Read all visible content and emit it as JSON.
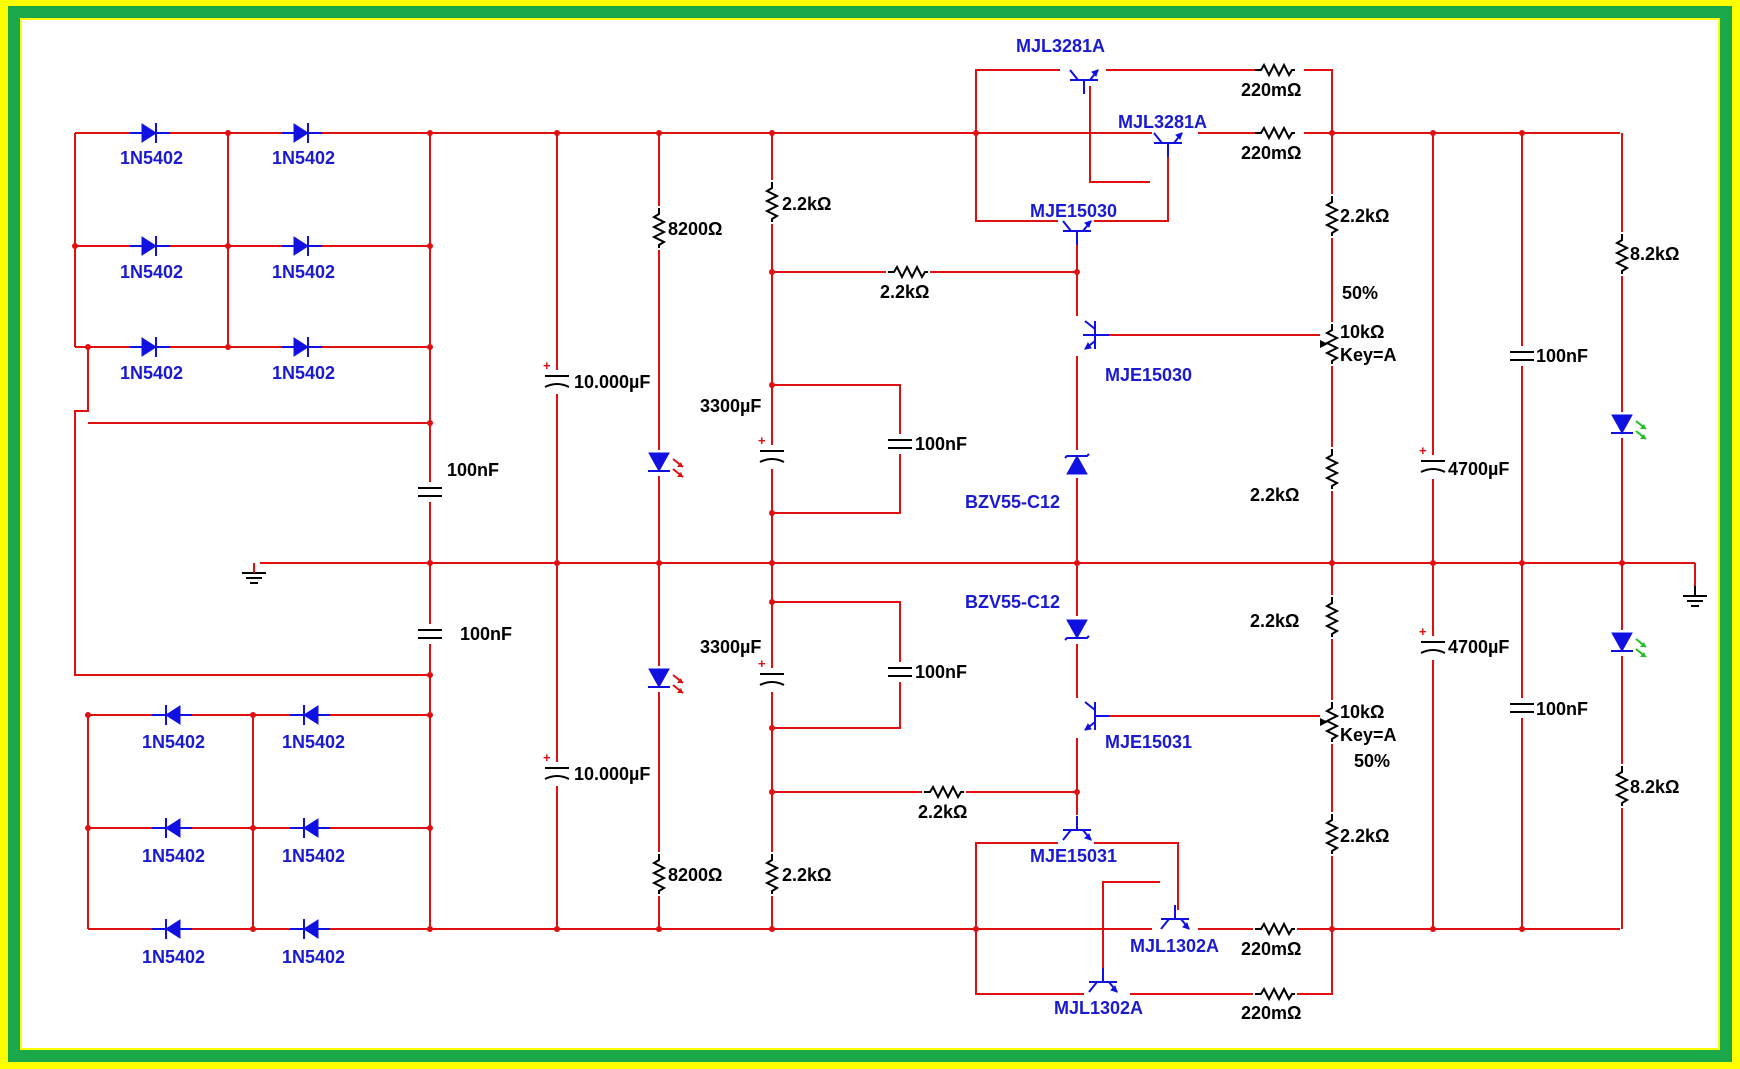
{
  "colors": {
    "outer_border": "#ffff00",
    "inner_border": "#1aa84a",
    "background": "#ffffff",
    "wire": "#e01010",
    "component_label": "#1a1ad0",
    "value_label": "#000000",
    "led_red": "#e01010",
    "led_green": "#20c020"
  },
  "diodes": {
    "top": [
      "1N5402",
      "1N5402",
      "1N5402",
      "1N5402",
      "1N5402",
      "1N5402"
    ],
    "bottom": [
      "1N5402",
      "1N5402",
      "1N5402",
      "1N5402",
      "1N5402",
      "1N5402"
    ]
  },
  "caps": {
    "filter_top": "100nF",
    "filter_bottom": "100nF",
    "main_top": "10.000µF",
    "main_bottom": "10.000µF",
    "c3300_top": "3300µF",
    "c3300_bottom": "3300µF",
    "c100_mid_top": "100nF",
    "c100_mid_bottom": "100nF",
    "c4700_top": "4700µF",
    "c4700_bottom": "4700µF",
    "c100_right_top": "100nF",
    "c100_right_bottom": "100nF"
  },
  "resistors": {
    "r8200_top": "8200Ω",
    "r8200_bottom": "8200Ω",
    "r22_top_v": "2.2kΩ",
    "r22_bottom_v": "2.2kΩ",
    "r22_top_h": "2.2kΩ",
    "r22_bottom_h": "2.2kΩ",
    "r220_1": "220mΩ",
    "r220_2": "220mΩ",
    "r220_3": "220mΩ",
    "r220_4": "220mΩ",
    "r22_right_1": "2.2kΩ",
    "r22_right_2": "2.2kΩ",
    "r22_right_3": "2.2kΩ",
    "r22_right_4": "2.2kΩ",
    "r82_top": "8.2kΩ",
    "r82_bottom": "8.2kΩ"
  },
  "pots": {
    "top": {
      "value": "10kΩ",
      "key": "Key=A",
      "percent": "50%"
    },
    "bottom": {
      "value": "10kΩ",
      "key": "Key=A",
      "percent": "50%"
    }
  },
  "transistors": {
    "mjl3281a_1": "MJL3281A",
    "mjl3281a_2": "MJL3281A",
    "mje15030_1": "MJE15030",
    "mje15030_2": "MJE15030",
    "mje15031_1": "MJE15031",
    "mje15031_2": "MJE15031",
    "mjl1302a_1": "MJL1302A",
    "mjl1302a_2": "MJL1302A"
  },
  "zeners": {
    "top": "BZV55-C12",
    "bottom": "BZV55-C12"
  }
}
